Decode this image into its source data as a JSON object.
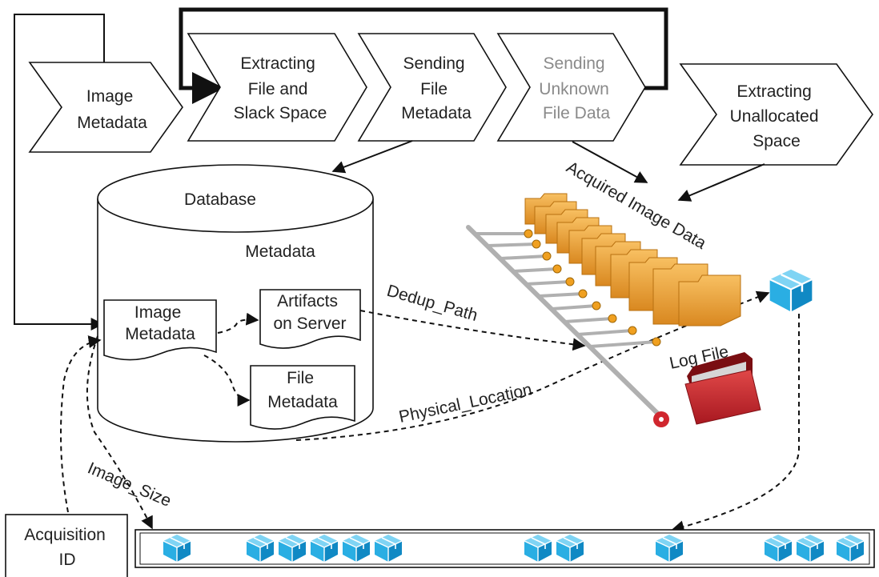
{
  "steps": {
    "image_metadata": [
      "Image",
      "Metadata"
    ],
    "extracting_file": [
      "Extracting",
      "File and",
      "Slack Space"
    ],
    "sending_metadata": [
      "Sending",
      "File",
      "Metadata"
    ],
    "sending_unknown": [
      "Sending",
      "Unknown",
      "File Data"
    ],
    "extracting_unallocated": [
      "Extracting",
      "Unallocated",
      "Space"
    ]
  },
  "database": {
    "title": "Database",
    "metadata_label": "Metadata",
    "docs": {
      "image_metadata": [
        "Image",
        "Metadata"
      ],
      "artifacts": [
        "Artifacts",
        "on Server"
      ],
      "file_metadata": [
        "File",
        "Metadata"
      ]
    }
  },
  "edges": {
    "acquired_image_data": "Acquired Image Data",
    "dedup_path": "Dedup_Path",
    "physical_location": "Physical_Location",
    "log_file": "Log File",
    "image_size": "Image_Size"
  },
  "acquisition_id": [
    "Acquisition",
    "ID"
  ],
  "colors": {
    "cube": "#1ea7df",
    "folder": "#f2a53a",
    "log_folder": "#c0232b",
    "tree": "#b0b0b0",
    "tree_node": "#f0a020",
    "root_node": "#d0262e"
  }
}
